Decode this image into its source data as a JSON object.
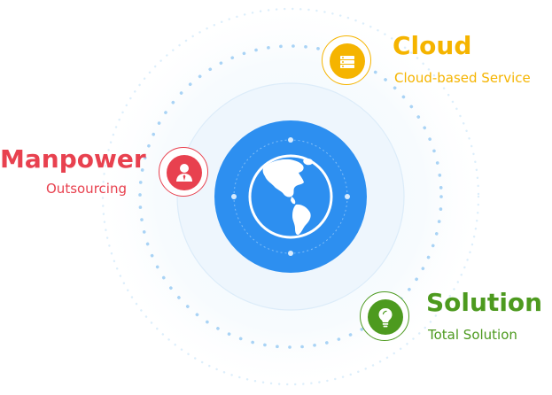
{
  "colors": {
    "cloud": "#f5b400",
    "manpower": "#e8414f",
    "solution": "#4d9a1f",
    "globe": "#2d8ff0",
    "ring": "#e9f4fd",
    "dots": "#a9d3f5"
  },
  "items": {
    "cloud": {
      "title": "Cloud",
      "subtitle": "Cloud-based Service",
      "icon": "server-icon"
    },
    "manpower": {
      "title": "Manpower",
      "subtitle": "Outsourcing",
      "icon": "person-icon"
    },
    "solution": {
      "title": "Solution",
      "subtitle": "Total Solution",
      "icon": "lightbulb-icon"
    }
  },
  "center": {
    "icon": "globe-icon"
  }
}
